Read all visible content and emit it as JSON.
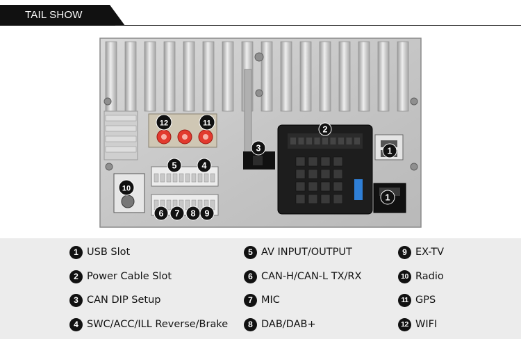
{
  "header": {
    "title": "TAIL SHOW"
  },
  "callouts": [
    "2",
    "12",
    "11",
    "5",
    "4",
    "10",
    "6",
    "7",
    "8",
    "9",
    "1",
    "1",
    "3"
  ],
  "legend": {
    "items": [
      {
        "num": "1",
        "label": "USB Slot"
      },
      {
        "num": "2",
        "label": "Power Cable Slot"
      },
      {
        "num": "3",
        "label": "CAN DIP Setup"
      },
      {
        "num": "4",
        "label": "SWC/ACC/ILL Reverse/Brake"
      },
      {
        "num": "5",
        "label": "AV INPUT/OUTPUT"
      },
      {
        "num": "6",
        "label": "CAN-H/CAN-L TX/RX"
      },
      {
        "num": "7",
        "label": "MIC"
      },
      {
        "num": "8",
        "label": "DAB/DAB+"
      },
      {
        "num": "9",
        "label": "EX-TV"
      },
      {
        "num": "10",
        "label": "Radio"
      },
      {
        "num": "11",
        "label": "GPS"
      },
      {
        "num": "12",
        "label": "WIFI"
      }
    ]
  },
  "colors": {
    "header_bg": "#111111",
    "legend_bg": "#ececec",
    "antenna_red": "#e23a2e",
    "fuse_blue": "#2f7fd6"
  }
}
